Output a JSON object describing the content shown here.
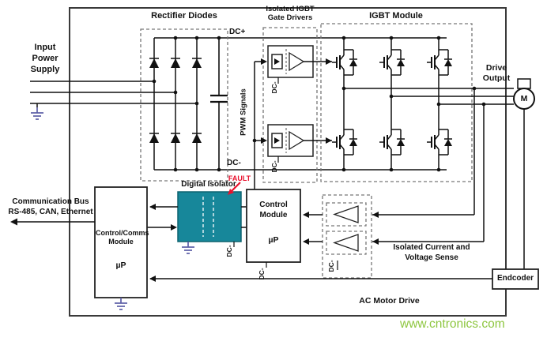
{
  "colors": {
    "teal": "#17879A",
    "teal_border": "#0E6470",
    "fault_red": "#E8112D",
    "ground_purple": "#5B5EA6",
    "watermark_green": "#8DC63F",
    "line": "#1A1A1A"
  },
  "labels": {
    "input_power_supply": "Input\nPower\nSupply",
    "rectifier_diodes": "Rectifier Diodes",
    "isolated_igbt_gate_drivers": "Isolated IGBT\nGate Drivers",
    "igbt_module": "IGBT Module",
    "dc_plus": "DC+",
    "dc_minus": "DC-",
    "pwm_signals": "PWM Signals",
    "drive_output": "Drive\nOutput",
    "motor": "M",
    "digital_isolator": "Digital Isolator",
    "fault": "FAULT",
    "control_module": "Control\nModule",
    "micro_p": "µP",
    "control_comms_module": "Control/Comms\nModule",
    "communication_bus": "Communication Bus\nRS-485, CAN, Ethernet",
    "isolated_sense": "Isolated Current and\nVoltage Sense",
    "encoder": "Endcoder",
    "ac_motor_drive": "AC Motor Drive",
    "watermark": "www.cntronics.com"
  }
}
